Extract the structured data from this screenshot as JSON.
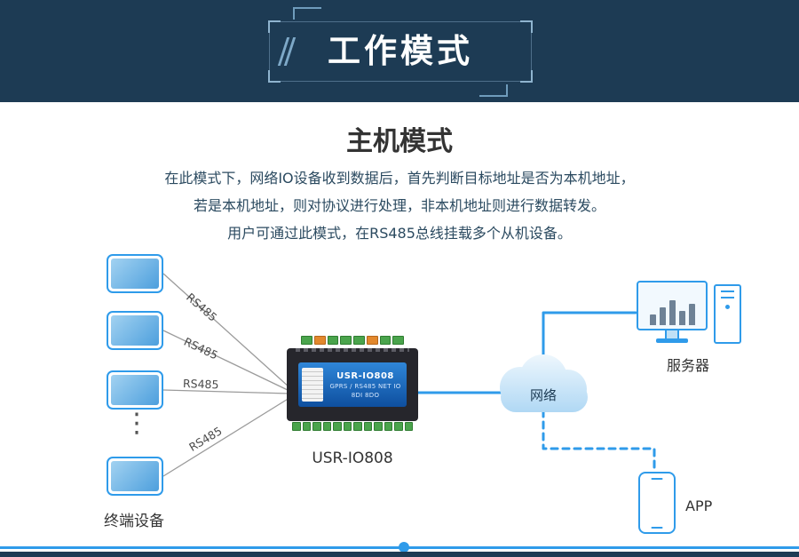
{
  "header": {
    "title": "工作模式"
  },
  "content": {
    "title": "主机模式",
    "desc": [
      "在此模式下，网络IO设备收到数据后，首先判断目标地址是否为本机地址，",
      "若是本机地址，则对协议进行处理，非本机地址则进行数据转发。",
      "用户可通过此模式，在RS485总线挂载多个从机设备。"
    ]
  },
  "diagram": {
    "bus_labels": [
      "RS485",
      "RS485",
      "RS485",
      "RS485"
    ],
    "terminals_label": "终端设备",
    "ellipsis": "⋮",
    "device": {
      "panel_title": "USR-IO808",
      "panel_line1": "GPRS / RS485 NET IO",
      "panel_line2": "8DI 8DO",
      "caption": "USR-IO808"
    },
    "cloud_label": "网络",
    "server_label": "服务器",
    "app_label": "APP"
  },
  "colors": {
    "accent": "#2f9bea",
    "header_bg": "#1d3b54",
    "body_text": "#2b4a60"
  }
}
